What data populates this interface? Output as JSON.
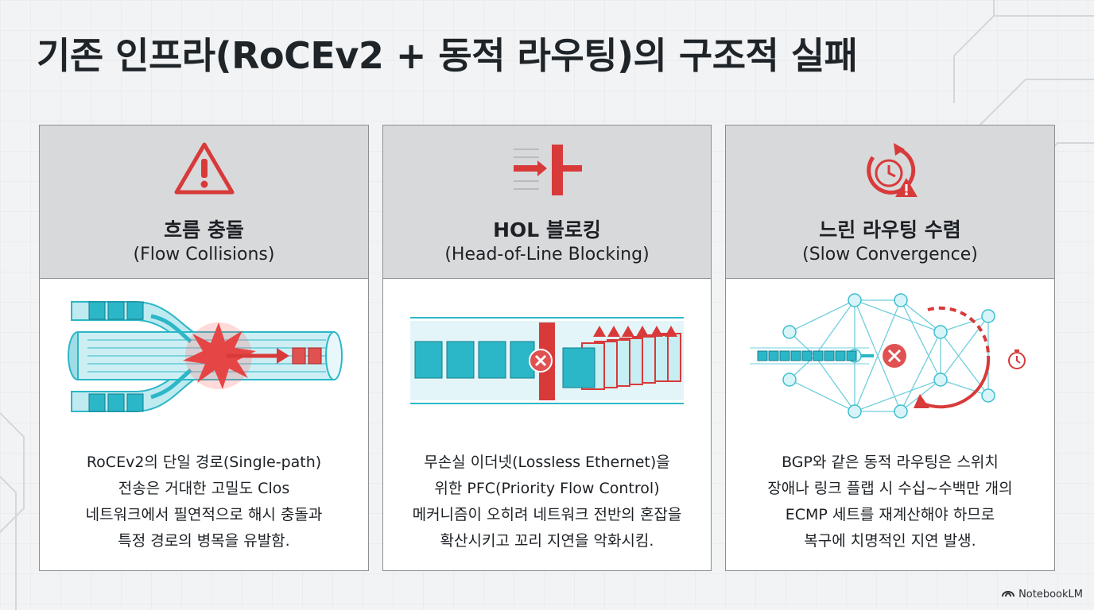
{
  "title": "기존 인프라(RoCEv2 + 동적 라우팅)의 구조적 실패",
  "cards": [
    {
      "icon": "warning-triangle-icon",
      "title": "흐름 충돌",
      "subtitle": "(Flow Collisions)",
      "body": [
        "RoCEv2의 단일 경로(Single-path)",
        "전송은 거대한 고밀도 Clos",
        "네트워크에서 필연적으로 해시 충돌과",
        "특정 경로의 병목을 유발함."
      ]
    },
    {
      "icon": "blocked-arrow-icon",
      "title": "HOL 블로킹",
      "subtitle": "(Head-of-Line Blocking)",
      "body": [
        "무손실 이더넷(Lossless Ethernet)을",
        "위한 PFC(Priority Flow Control)",
        "메커니즘이 오히려 네트워크 전반의 혼잡을",
        "확산시키고 꼬리 지연을 악화시킴."
      ]
    },
    {
      "icon": "clock-warning-icon",
      "title": "느린 라우팅 수렴",
      "subtitle": "(Slow Convergence)",
      "body": [
        "BGP와 같은 동적 라우팅은 스위치",
        "장애나 링크 플랩 시 수십~수백만 개의",
        "ECMP 세트를 재계산해야 하므로",
        "복구에 치명적인 지연 발생."
      ]
    }
  ],
  "brand": "NotebookLM",
  "colors": {
    "red": "#d83a3a",
    "teal": "#2bb7c7",
    "teal_light": "#8fdbe5",
    "header_gray": "#d8d9db"
  }
}
